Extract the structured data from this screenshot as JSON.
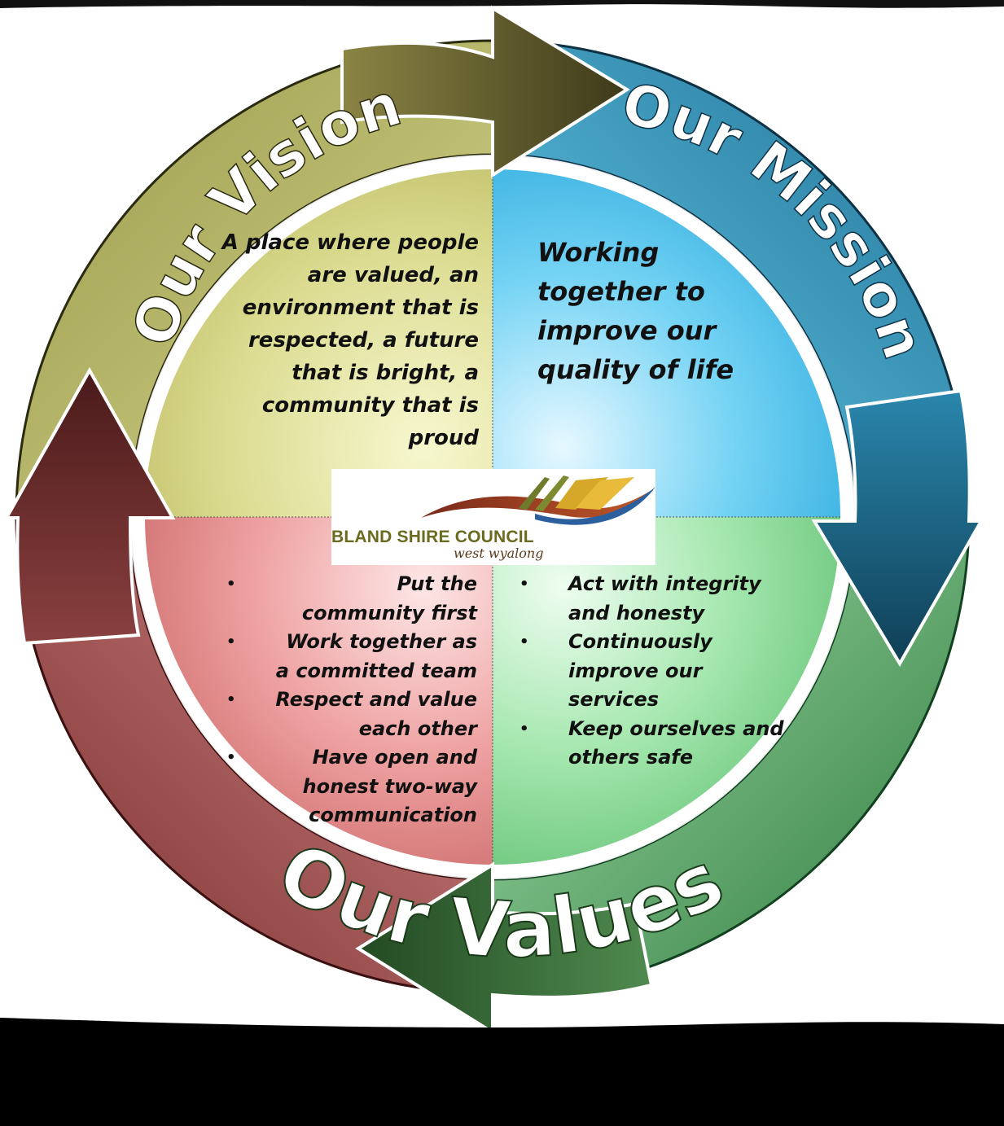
{
  "arc_titles": {
    "vision": "Our Vision",
    "mission": "Our Mission",
    "values": "Our Values"
  },
  "vision": {
    "text": "A place where people are valued, an environment that is respected, a future that is bright, a community that is proud"
  },
  "mission": {
    "text": "Working together to improve our quality of life"
  },
  "values_left": [
    "Put the community first",
    "Work together as a committed team",
    "Respect and value each other",
    "Have open and honest two-way communication"
  ],
  "values_right": [
    "Act with integrity and honesty",
    "Continuously improve our services",
    "Keep ourselves and others safe"
  ],
  "logo": {
    "name": "BLAND SHIRE COUNCIL",
    "subtitle": "west wyalong"
  },
  "colors": {
    "vision_quadrant": "#d9d98a",
    "mission_quadrant": "#5cc8ee",
    "values_left_quadrant": "#e99a9a",
    "values_right_quadrant": "#8fd89a",
    "vision_arrow": "#6e6a2c",
    "mission_arrow": "#1f6f8e",
    "values_arrow": "#3c6a3c",
    "vision_up_arrow": "#6e2e2e"
  }
}
